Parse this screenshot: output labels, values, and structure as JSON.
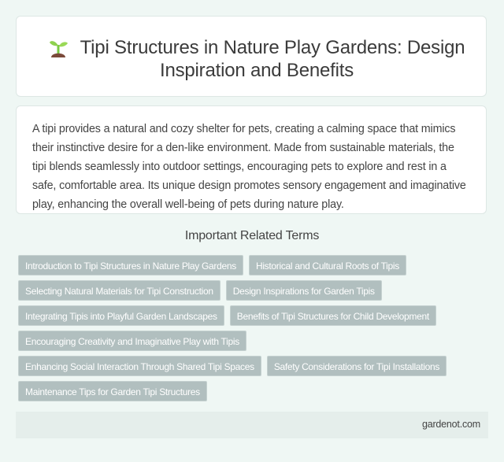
{
  "header": {
    "icon": "seedling-icon",
    "title": "Tipi Structures in Nature Play Gardens: Design Inspiration and Benefits"
  },
  "body": {
    "paragraph": "A tipi provides a natural and cozy shelter for pets, creating a calming space that mimics their instinctive desire for a den-like environment. Made from sustainable materials, the tipi blends seamlessly into outdoor settings, encouraging pets to explore and rest in a safe, comfortable area. Its unique design promotes sensory engagement and imaginative play, enhancing the overall well-being of pets during nature play."
  },
  "related": {
    "heading": "Important Related Terms",
    "tags": [
      "Introduction to Tipi Structures in Nature Play Gardens",
      "Historical and Cultural Roots of Tipis",
      "Selecting Natural Materials for Tipi Construction",
      "Design Inspirations for Garden Tipis",
      "Integrating Tipis into Playful Garden Landscapes",
      "Benefits of Tipi Structures for Child Development",
      "Encouraging Creativity and Imaginative Play with Tipis",
      "Enhancing Social Interaction Through Shared Tipi Spaces",
      "Safety Considerations for Tipi Installations",
      "Maintenance Tips for Garden Tipi Structures"
    ]
  },
  "footer": {
    "site": "gardenot.com"
  },
  "colors": {
    "background": "#eff7f4",
    "card": "#ffffff",
    "tag_bg": "#b1bfbf",
    "tag_text": "#ffffff",
    "footer_bg": "#e5eeeb"
  }
}
